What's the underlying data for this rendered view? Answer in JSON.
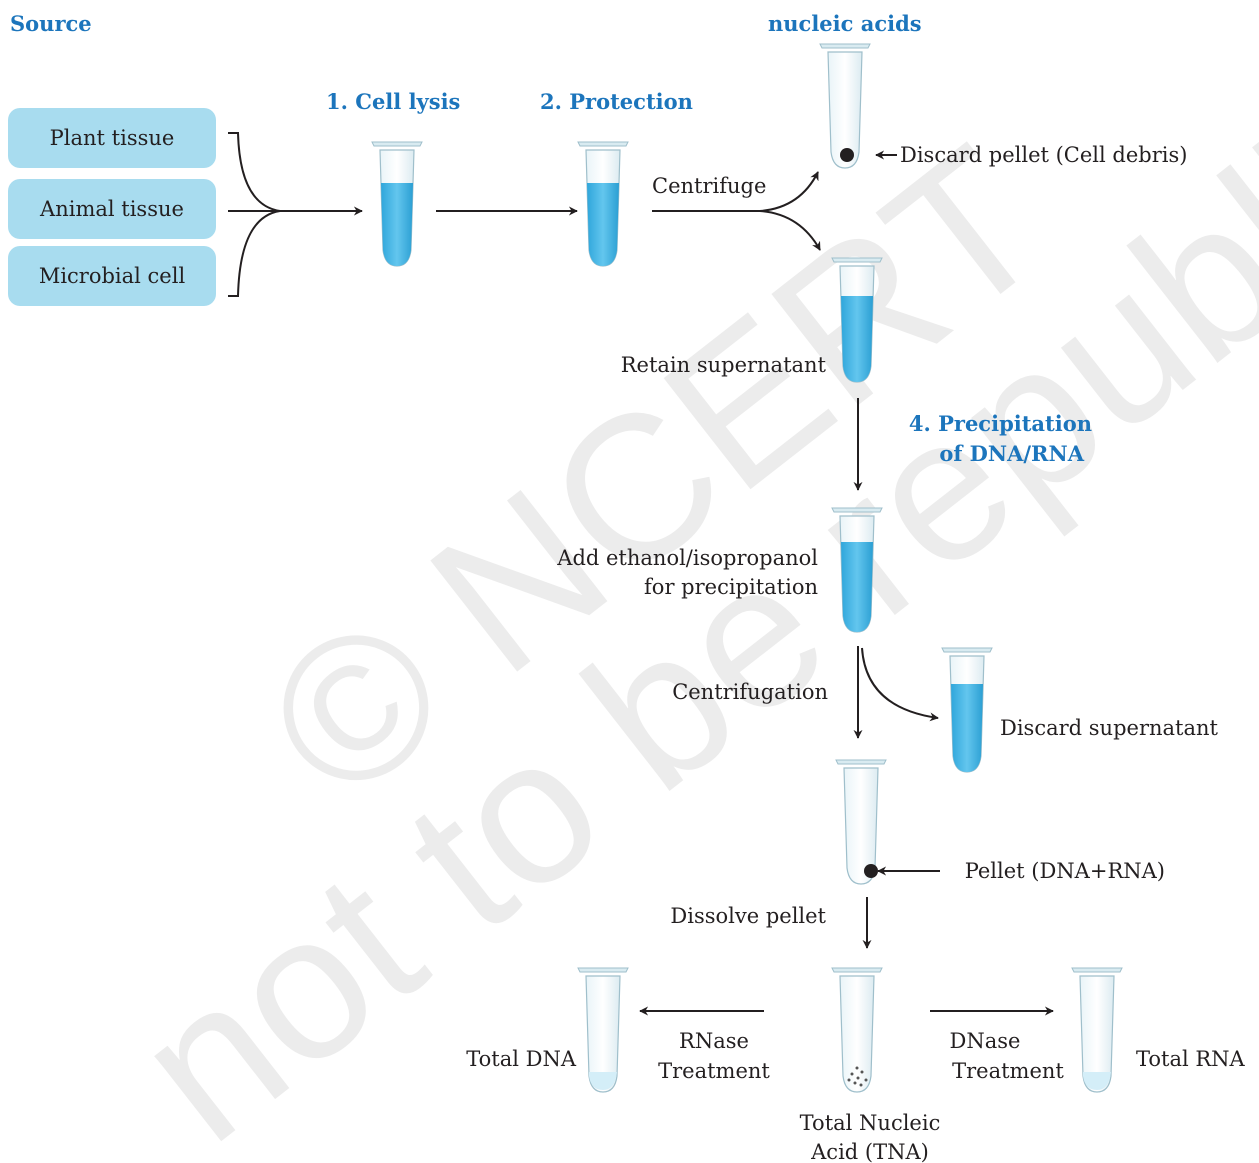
{
  "headings": {
    "source": "Source",
    "nucleic_acids": "nucleic acids",
    "cell_lysis": "1. Cell lysis",
    "protection": "2. Protection",
    "precipitation_line1": "4. Precipitation",
    "precipitation_line2": "of DNA/RNA"
  },
  "sources": [
    "Plant tissue",
    "Animal tissue",
    "Microbial cell"
  ],
  "labels": {
    "centrifuge": "Centrifuge",
    "discard_pellet": "Discard pellet (Cell debris)",
    "retain_supernatant": "Retain supernatant",
    "add_ethanol_line1": "Add ethanol/isopropanol",
    "add_ethanol_line2": "for precipitation",
    "centrifugation": "Centrifugation",
    "discard_supernatant": "Discard supernatant",
    "pellet_dna_rna": "Pellet (DNA+RNA)",
    "dissolve_pellet": "Dissolve pellet",
    "total_dna": "Total DNA",
    "rnase_line1": "RNase",
    "rnase_line2": "Treatment",
    "dnase_line1": "DNase",
    "dnase_line2": "Treatment",
    "total_rna": "Total RNA",
    "tna_line1": "Total Nucleic",
    "tna_line2": "Acid (TNA)"
  },
  "watermark": {
    "line1": "© NCERT",
    "line2": "not to be republished"
  },
  "colors": {
    "heading_blue": "#1c75bc",
    "source_box": "#a8dcef",
    "liquid": "#3fb3e2"
  }
}
